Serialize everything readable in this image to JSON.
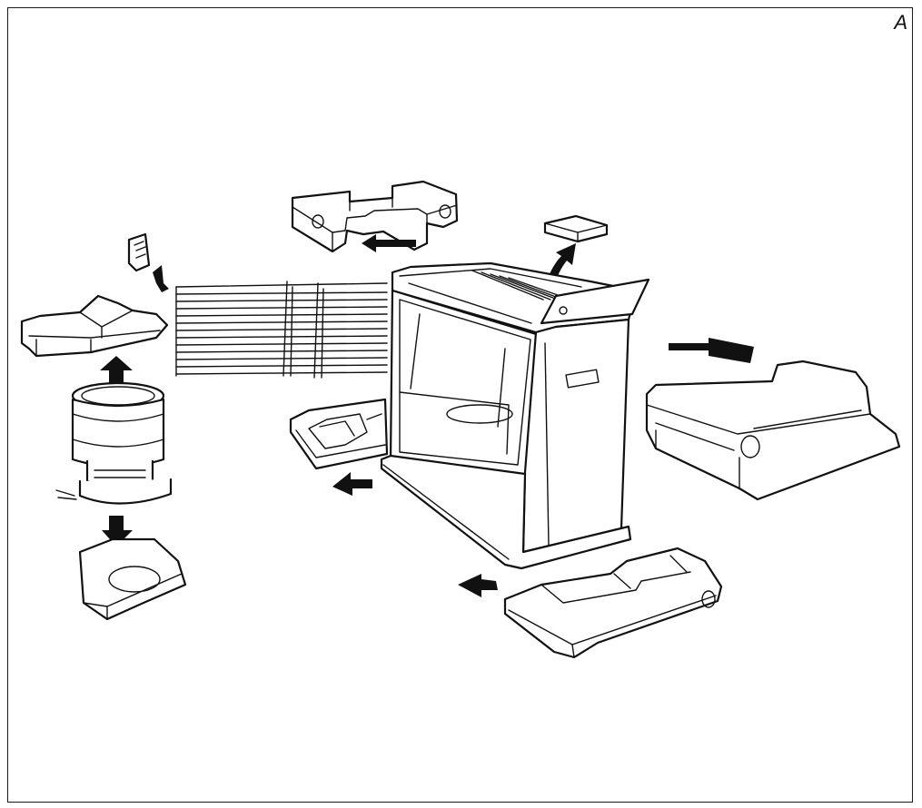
{
  "figure": {
    "label": "A"
  },
  "parts": [
    {
      "name": "stove-body"
    },
    {
      "name": "top-grille"
    },
    {
      "name": "top-cover-plate"
    },
    {
      "name": "side-panel"
    },
    {
      "name": "left-base"
    },
    {
      "name": "front-base"
    },
    {
      "name": "heat-shield-grid"
    },
    {
      "name": "burner-cylinder"
    },
    {
      "name": "burner-base"
    },
    {
      "name": "burner-cap"
    },
    {
      "name": "small-clip"
    },
    {
      "name": "top-bracket"
    }
  ],
  "colors": {
    "line": "#111111",
    "background": "#ffffff"
  }
}
